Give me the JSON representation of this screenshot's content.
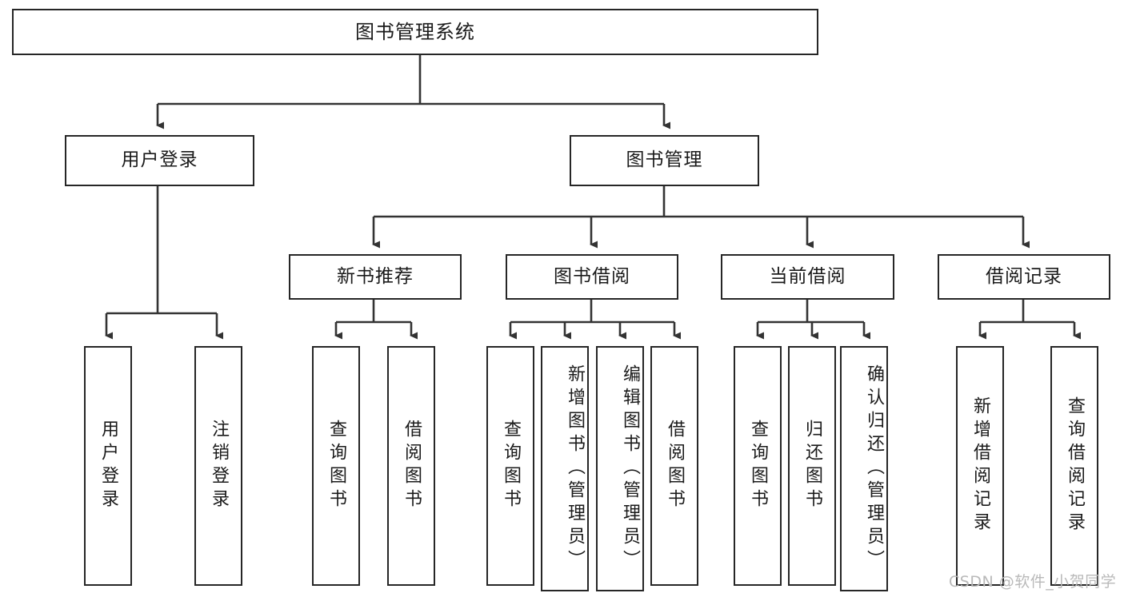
{
  "diagram": {
    "title": "图书管理系统",
    "type": "tree-hierarchy",
    "root": {
      "label": "图书管理系统"
    },
    "level2": [
      {
        "label": "用户登录"
      },
      {
        "label": "图书管理"
      }
    ],
    "level3": [
      {
        "label": "新书推荐"
      },
      {
        "label": "图书借阅"
      },
      {
        "label": "当前借阅"
      },
      {
        "label": "借阅记录"
      }
    ],
    "leaves": {
      "user_login": [
        {
          "label": "用户登录"
        },
        {
          "label": "注销登录"
        }
      ],
      "new_book_recommend": [
        {
          "label": "查询图书"
        },
        {
          "label": "借阅图书"
        }
      ],
      "book_borrow": [
        {
          "label": "查询图书"
        },
        {
          "label": "新增图书（管理员）"
        },
        {
          "label": "编辑图书（管理员）"
        },
        {
          "label": "借阅图书"
        }
      ],
      "current_borrow": [
        {
          "label": "查询图书"
        },
        {
          "label": "归还图书"
        },
        {
          "label": "确认归还（管理员）"
        }
      ],
      "borrow_record": [
        {
          "label": "新增借阅记录"
        },
        {
          "label": "查询借阅记录"
        }
      ]
    }
  },
  "watermark": {
    "text": "CSDN @软件_小贺同学"
  },
  "colors": {
    "stroke": "#262626",
    "text": "#1a1a1a",
    "background": "#ffffff",
    "watermark": "#b9b9b9"
  }
}
